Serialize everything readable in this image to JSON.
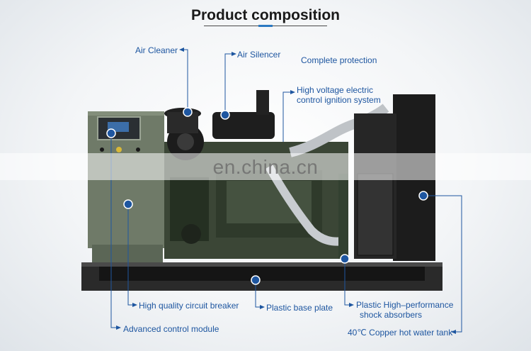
{
  "title": "Product composition",
  "watermark": "en.china.cn",
  "labels": {
    "air_cleaner": "Air Cleaner",
    "air_silencer": "Air Silencer",
    "complete_protection": "Complete protection",
    "hv_line1": "High voltage electric",
    "hv_line2": "control ignition system",
    "circuit_breaker": "High quality circuit breaker",
    "base_plate": "Plastic base plate",
    "shock_line1": "Plastic High–performance",
    "shock_line2": "shock absorbers",
    "control_module": "Advanced control module",
    "water_tank": "40℃ Copper hot water tank"
  },
  "colors": {
    "accent": "#1e56a0",
    "frame": "#3a3a3a",
    "engine": "#3c4a37",
    "cabinet": "#6e7a66",
    "radiator": "#1b1b1b"
  }
}
